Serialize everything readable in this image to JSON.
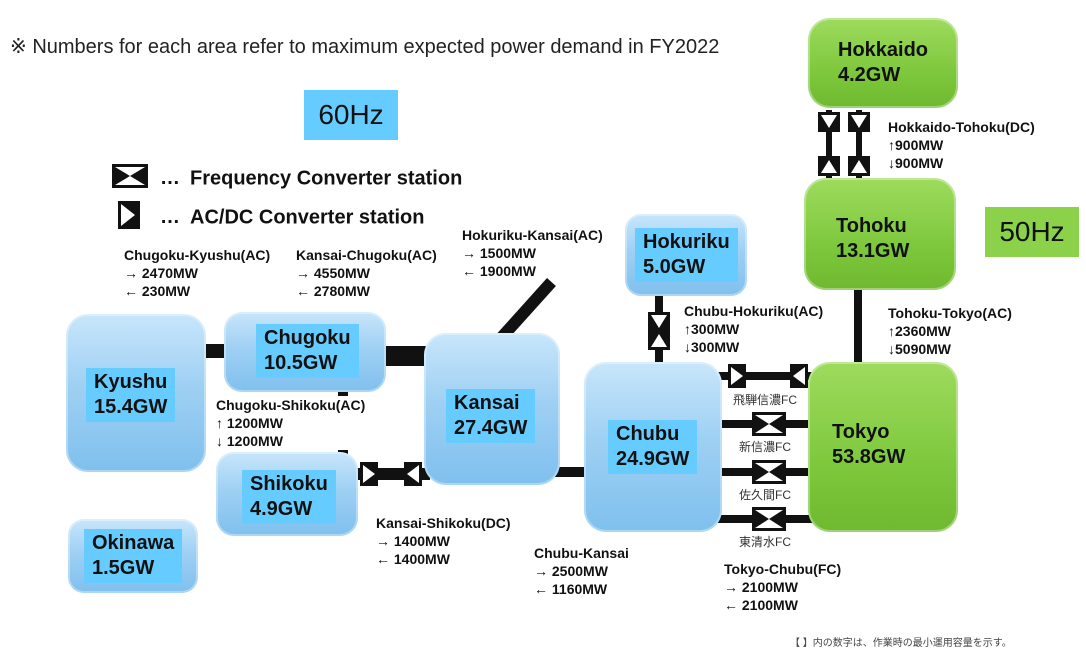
{
  "note": "※ Numbers for each area refer to maximum expected power demand in FY2022",
  "hz_labels": {
    "west": "60Hz",
    "east": "50Hz"
  },
  "legend": {
    "frequency_converter": "Frequency Converter station",
    "acdc_converter": "AC/DC Converter station",
    "dots": "…"
  },
  "regions": {
    "hokkaido": {
      "name": "Hokkaido",
      "demand": "4.2GW"
    },
    "tohoku": {
      "name": "Tohoku",
      "demand": "13.1GW"
    },
    "tokyo": {
      "name": "Tokyo",
      "demand": "53.8GW"
    },
    "hokuriku": {
      "name": "Hokuriku",
      "demand": "5.0GW"
    },
    "chubu": {
      "name": "Chubu",
      "demand": "24.9GW"
    },
    "kansai": {
      "name": "Kansai",
      "demand": "27.4GW"
    },
    "chugoku": {
      "name": "Chugoku",
      "demand": "10.5GW"
    },
    "shikoku": {
      "name": "Shikoku",
      "demand": "4.9GW"
    },
    "kyushu": {
      "name": "Kyushu",
      "demand": "15.4GW"
    },
    "okinawa": {
      "name": "Okinawa",
      "demand": "1.5GW"
    }
  },
  "connections": {
    "hokkaido_tohoku": {
      "name": "Hokkaido-Tohoku(DC)",
      "line1": "↑900MW",
      "line2": "↓900MW"
    },
    "tohoku_tokyo": {
      "name": "Tohoku-Tokyo(AC)",
      "line1": "↑2360MW",
      "line2": "↓5090MW"
    },
    "hokuriku_kansai": {
      "name": "Hokuriku-Kansai(AC)",
      "line1": "→ 1500MW",
      "line2": "← 1900MW"
    },
    "chubu_hokuriku": {
      "name": "Chubu-Hokuriku(AC)",
      "line1": "↑300MW",
      "line2": "↓300MW"
    },
    "chugoku_kyushu": {
      "name": "Chugoku-Kyushu(AC)",
      "line1": "→ 2470MW",
      "line2": "← 230MW"
    },
    "kansai_chugoku": {
      "name": "Kansai-Chugoku(AC)",
      "line1": "→ 4550MW",
      "line2": "← 2780MW"
    },
    "chugoku_shikoku": {
      "name": "Chugoku-Shikoku(AC)",
      "line1": "↑ 1200MW",
      "line2": "↓ 1200MW"
    },
    "kansai_shikoku": {
      "name": "Kansai-Shikoku(DC)",
      "line1": "→ 1400MW",
      "line2": "← 1400MW"
    },
    "chubu_kansai": {
      "name": "Chubu-Kansai",
      "line1": "→ 2500MW",
      "line2": "← 1160MW"
    },
    "tokyo_chubu": {
      "name": "Tokyo-Chubu(FC)",
      "line1": "→ 2100MW",
      "line2": "← 2100MW"
    }
  },
  "fc_stations": [
    "飛騨信濃FC",
    "新信濃FC",
    "佐久間FC",
    "東清水FC"
  ],
  "footnote": "【 】内の数字は、作業時の最小運用容量を示す。",
  "colors": {
    "west_region": "#9fd0f3",
    "east_region": "#7ec83d",
    "label_blue": "#66ccff",
    "line": "#111111"
  }
}
